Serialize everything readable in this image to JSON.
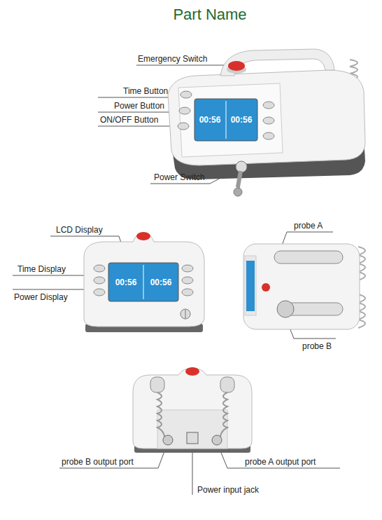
{
  "diagram": {
    "title": "Part Name",
    "labels": [
      "Emergency Switch",
      "Time Button",
      "Power Button",
      "ON/OFF Button",
      "00:56",
      "00:56",
      "Power Switch",
      "LCD Display",
      "Time Display",
      "Power Display",
      "00:56",
      "00:56",
      "probe A",
      "probe B",
      "probe B output port",
      "probe A output port",
      "Power input jack"
    ]
  }
}
